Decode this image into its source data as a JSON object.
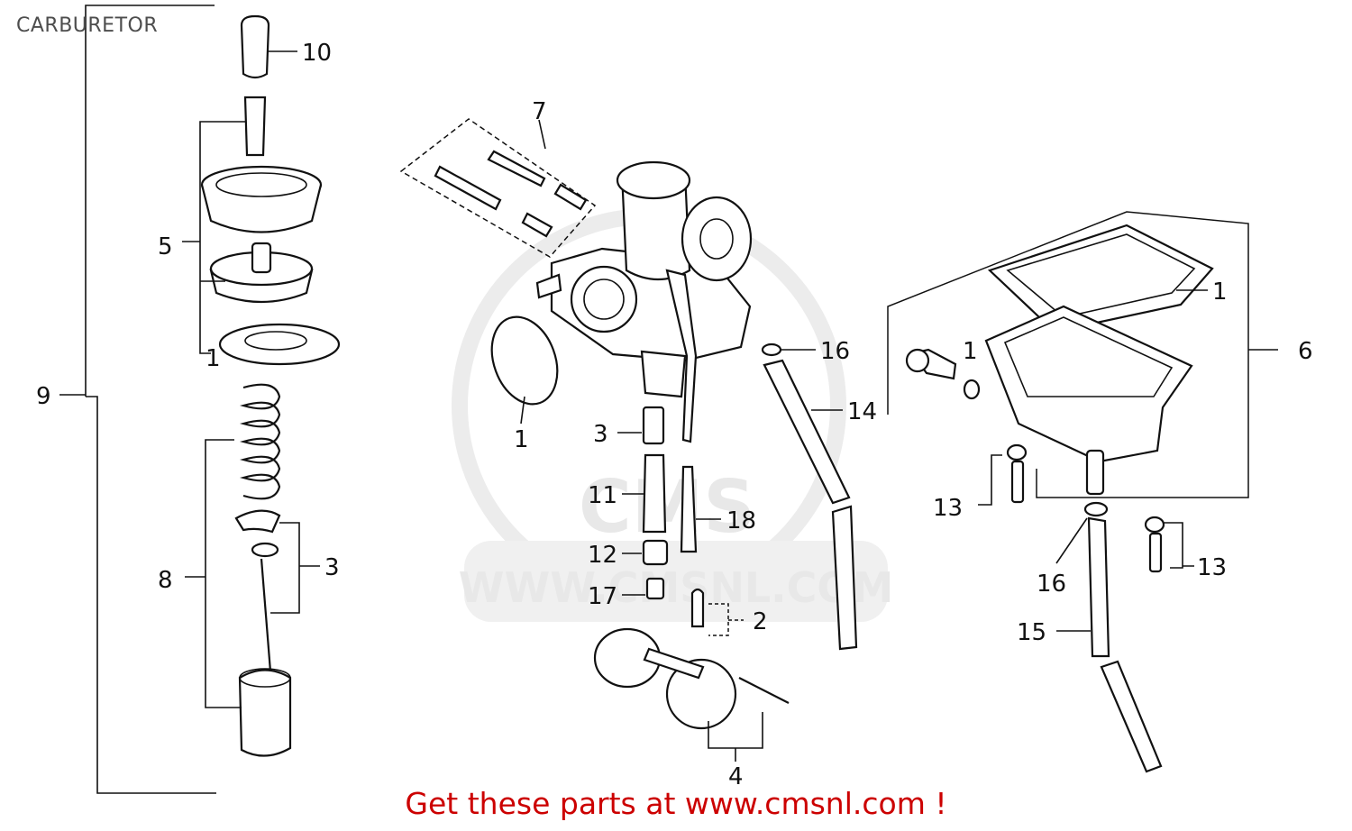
{
  "page": {
    "title": "CARBURETOR",
    "footer": "Get these parts at www.cmsnl.com !"
  },
  "watermark": {
    "logo_text": "CMS",
    "url_text": "WWW.CMSNL.COM"
  },
  "callouts": {
    "c10": "10",
    "c5": "5",
    "c1_left": "1",
    "c9": "9",
    "c8": "8",
    "c3_left": "3",
    "c7": "7",
    "c1_gasket": "1",
    "c3_mid": "3",
    "c11": "11",
    "c12": "12",
    "c17": "17",
    "c18": "18",
    "c2": "2",
    "c4": "4",
    "c16_top": "16",
    "c14": "14",
    "c1_bowl": "1",
    "c1_oring": "1",
    "c6": "6",
    "c13_left": "13",
    "c16_bottom": "16",
    "c15": "15",
    "c13_right": "13"
  },
  "colors": {
    "footer_text": "#cc0000",
    "title_text": "#4d4d4d",
    "line_art": "#111111",
    "watermark": "#e8e8e8"
  }
}
